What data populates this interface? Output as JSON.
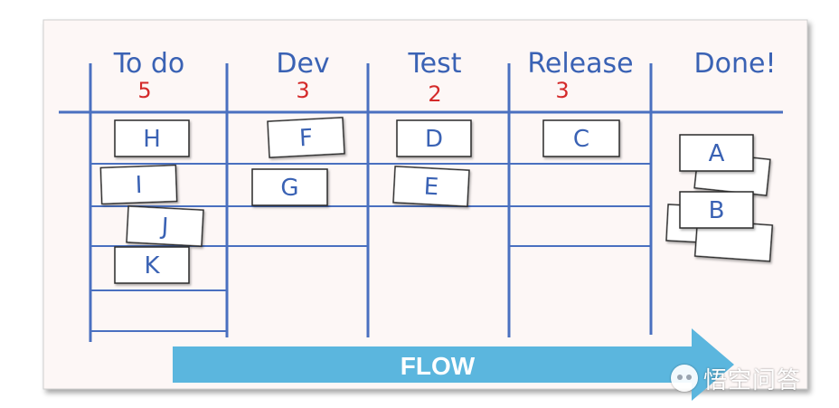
{
  "colors": {
    "line": "#4a70c0",
    "header_text": "#3a62b4",
    "wip_text": "#d42a2a",
    "card_fill": "#ffffff",
    "card_stroke": "#2b2b2b",
    "card_text": "#3a62b4",
    "arrow": "#5bb6de",
    "arrow_text": "#ffffff"
  },
  "board": {
    "columns": [
      {
        "title": "To do",
        "wip": "5"
      },
      {
        "title": "Dev",
        "wip": "3"
      },
      {
        "title": "Test",
        "wip": "2"
      },
      {
        "title": "Release",
        "wip": "3"
      },
      {
        "title": "Done!",
        "wip": ""
      }
    ],
    "cards": [
      {
        "label": "H",
        "column": 0
      },
      {
        "label": "I",
        "column": 0
      },
      {
        "label": "J",
        "column": 0
      },
      {
        "label": "K",
        "column": 0
      },
      {
        "label": "F",
        "column": 1
      },
      {
        "label": "G",
        "column": 1
      },
      {
        "label": "D",
        "column": 2
      },
      {
        "label": "E",
        "column": 2
      },
      {
        "label": "C",
        "column": 3
      },
      {
        "label": "A",
        "column": 4
      },
      {
        "label": "B",
        "column": 4
      }
    ],
    "flow_label": "FLOW"
  },
  "watermark": {
    "text": "悟空问答",
    "icon": "wukong-logo-icon"
  }
}
